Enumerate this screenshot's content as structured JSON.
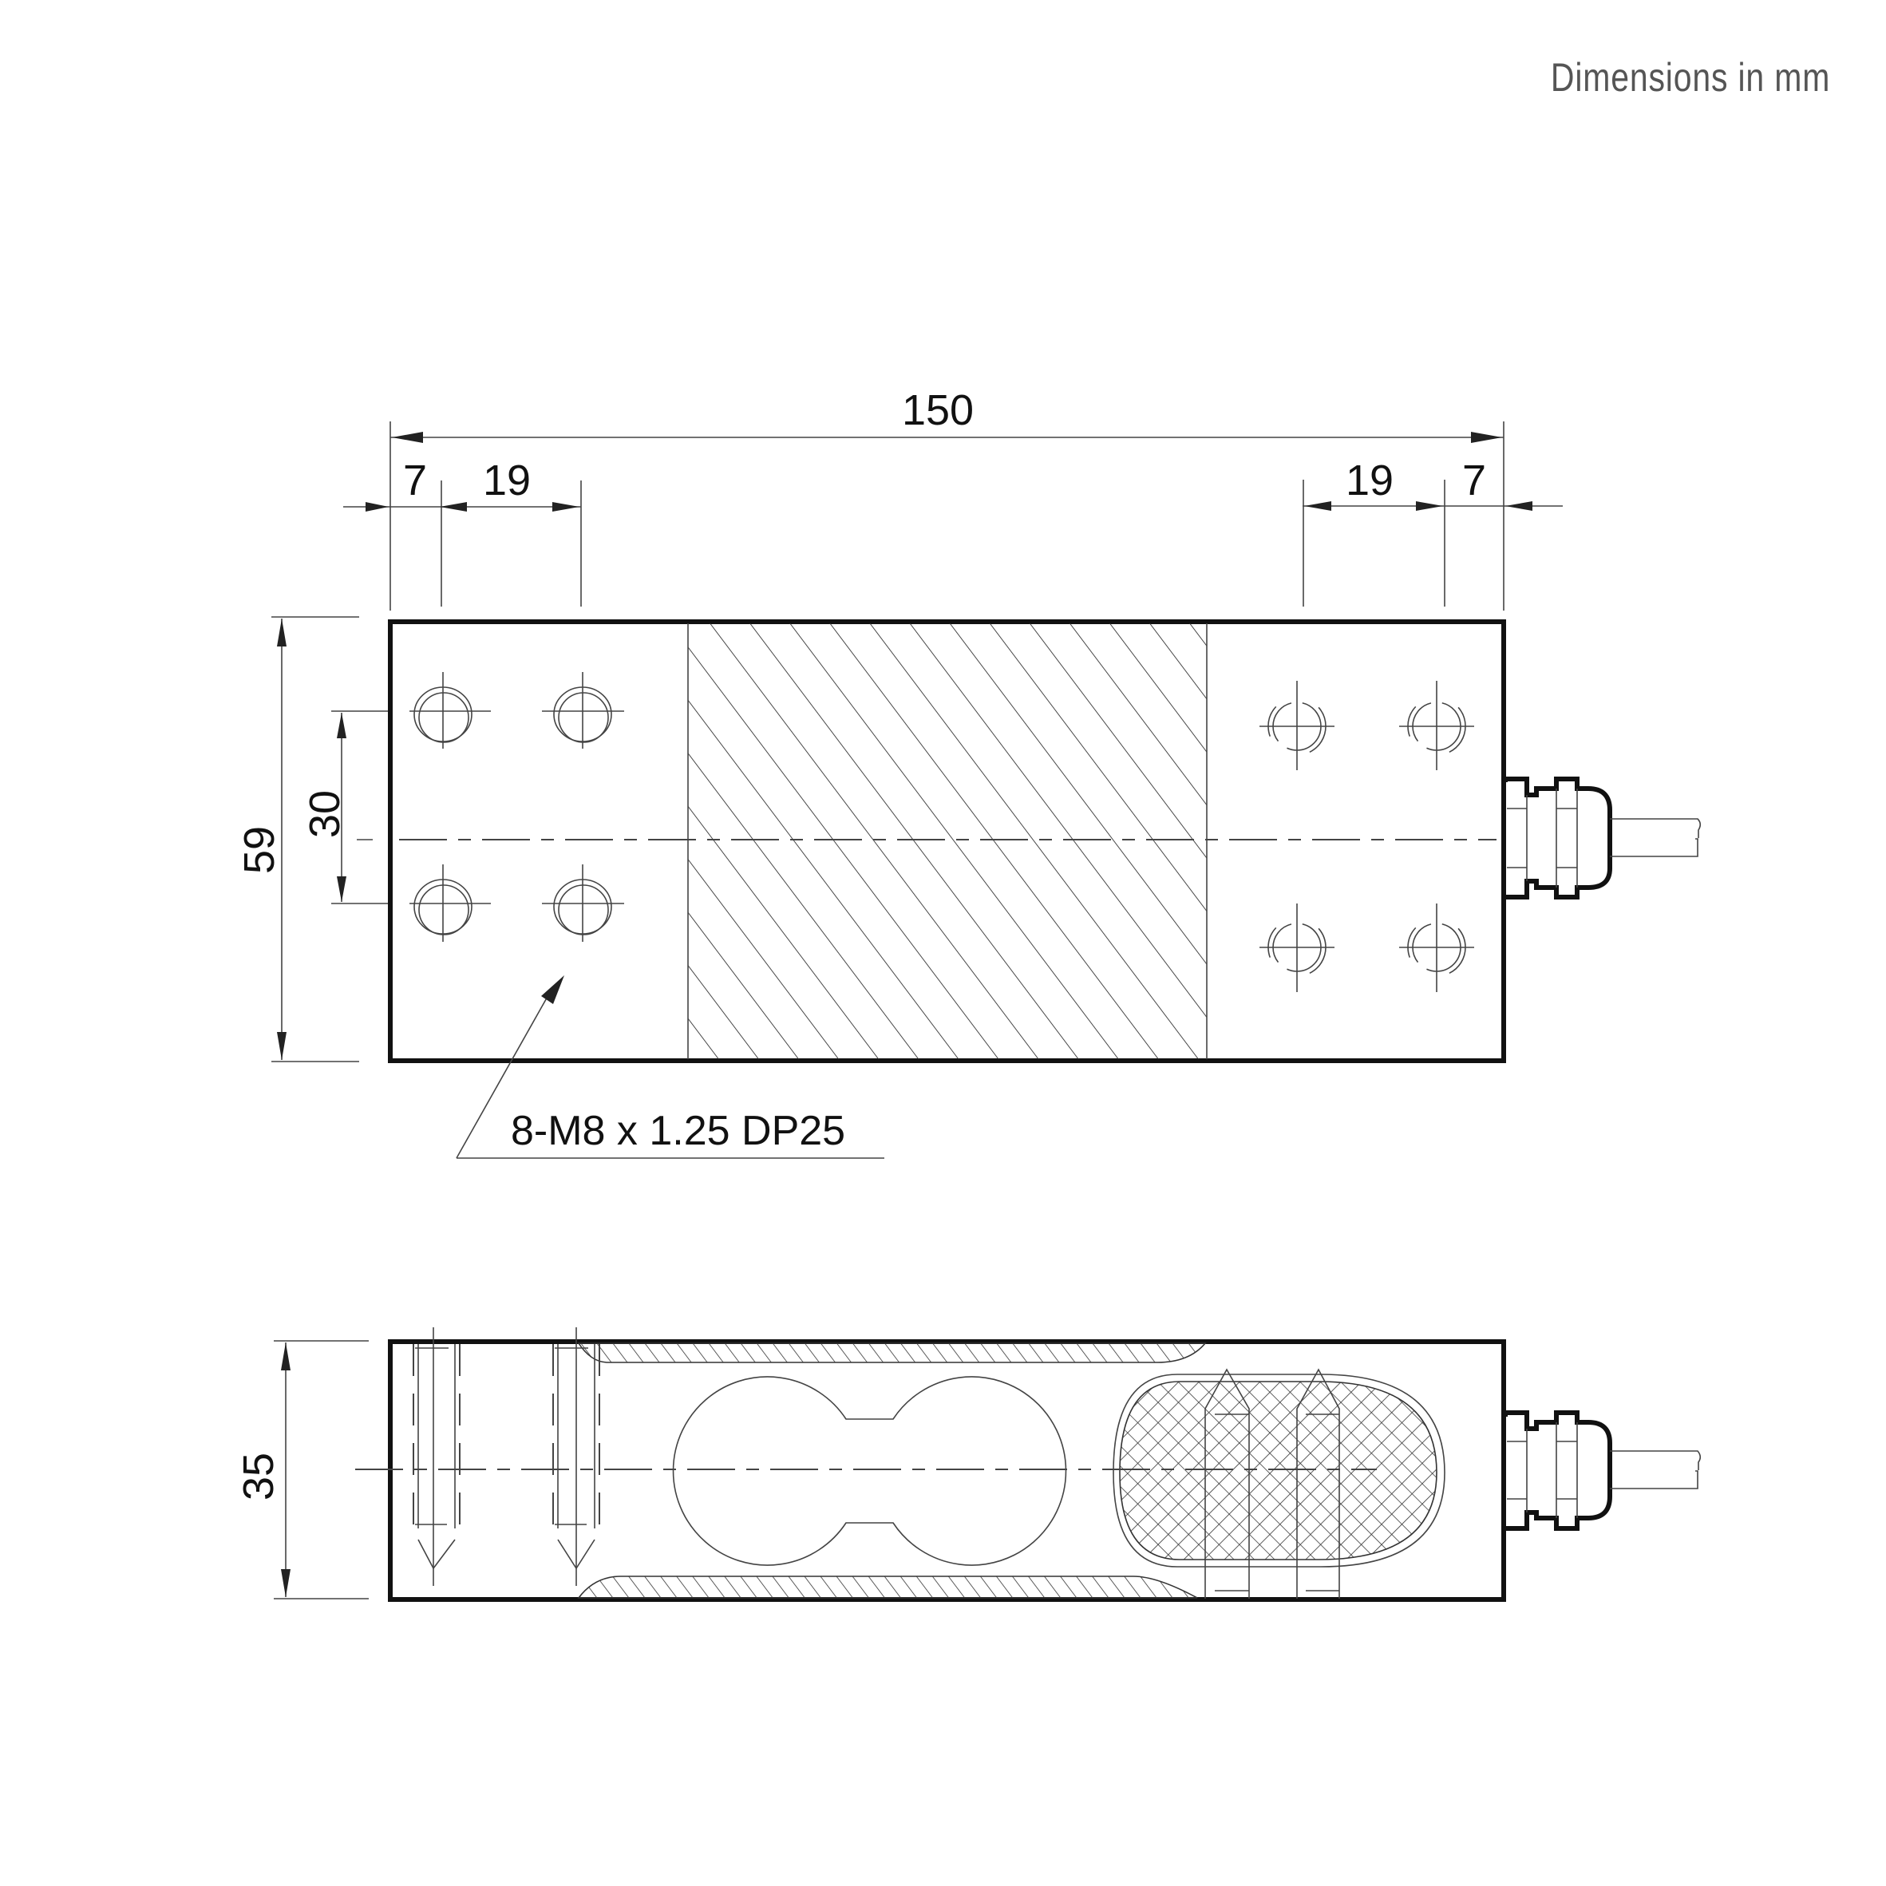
{
  "header": {
    "units_note": "Dimensions in mm"
  },
  "top_view": {
    "dimensions": {
      "overall_length": "150",
      "left_edge_offset": "7",
      "left_hole_pitch": "19",
      "right_hole_pitch": "19",
      "right_edge_offset": "7",
      "overall_width": "59",
      "hole_row_spacing": "30"
    },
    "callout": {
      "label": "8-M8 x 1.25 DP25"
    },
    "features": {
      "mounting_holes": 8,
      "hatched_center_zone": true,
      "cable_gland": true
    }
  },
  "side_view": {
    "dimensions": {
      "overall_height": "35"
    },
    "features": {
      "tapped_holes_section": 2,
      "double_bore_cutout": true,
      "strain_gauge_potting_area": "cross-hatched",
      "cable_gland": true
    }
  },
  "colors": {
    "line": "#111111",
    "thin_line": "#333333",
    "units_text": "#555555",
    "background": "#ffffff"
  }
}
